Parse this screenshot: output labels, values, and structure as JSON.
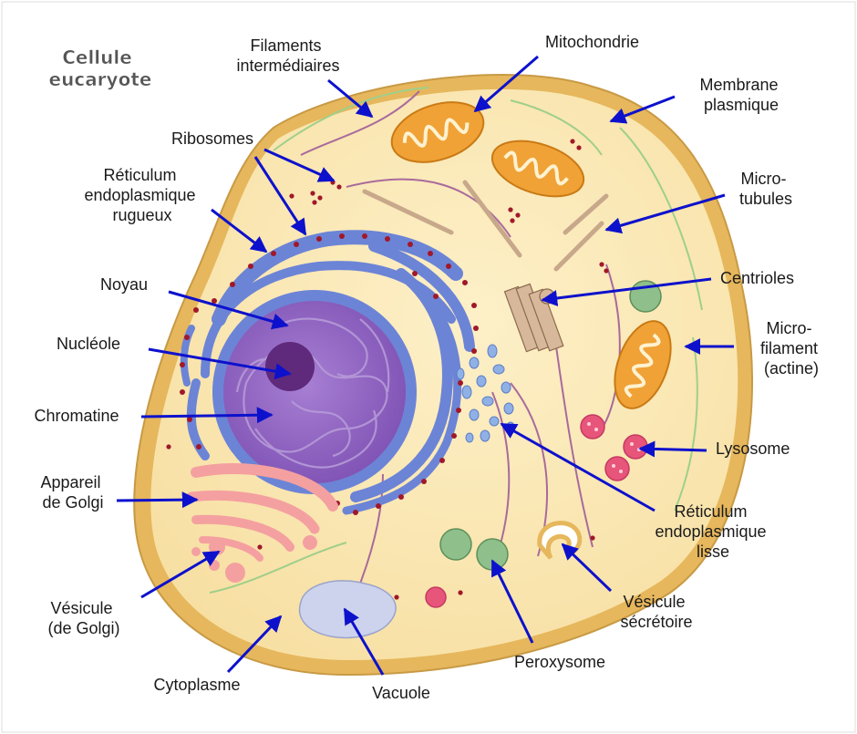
{
  "diagram": {
    "title_lines": [
      "Cellule",
      "eucaryote"
    ],
    "labels": {
      "filaments": [
        "Filaments",
        "intermédiaires"
      ],
      "mitochondrie": [
        "Mitochondrie"
      ],
      "membrane": [
        "Membrane",
        "plasmique"
      ],
      "ribosomes": [
        "Ribosomes"
      ],
      "reticulum_rugueux": [
        "Réticulum",
        "endoplasmique",
        "rugueux"
      ],
      "microtubules": [
        "Micro-",
        "tubules"
      ],
      "noyau": [
        "Noyau"
      ],
      "centrioles": [
        "Centrioles"
      ],
      "nucleole": [
        "Nucléole"
      ],
      "microfilament": [
        "Micro-",
        "filament",
        "(actine)"
      ],
      "chromatine": [
        "Chromatine"
      ],
      "lysosome": [
        "Lysosome"
      ],
      "golgi": [
        "Appareil",
        "de Golgi"
      ],
      "reticulum_lisse": [
        "Réticulum",
        "endoplasmique",
        "lisse"
      ],
      "vesicule_golgi": [
        "Vésicule",
        "(de Golgi)"
      ],
      "vesicule_secretoire": [
        "Vésicule",
        "sécrétoire"
      ],
      "cytoplasme": [
        "Cytoplasme"
      ],
      "vacuole": [
        "Vacuole"
      ],
      "peroxysome": [
        "Peroxysome"
      ]
    },
    "colors": {
      "arrow": "#0d11cc",
      "membrane": "#e6b75c",
      "cytoplasm": "#fbe9b8",
      "rough_er": "#6c84d6",
      "ribosome": "#a0182a",
      "nucleus": "#9b6cc9",
      "nucleolus": "#5f2a7c",
      "mitochondria": "#f0a236",
      "golgi": "#f4a0a0",
      "lysosome": "#e8557a",
      "peroxysome": "#8fbf8a",
      "vacuole": "#cdd3ec"
    }
  }
}
